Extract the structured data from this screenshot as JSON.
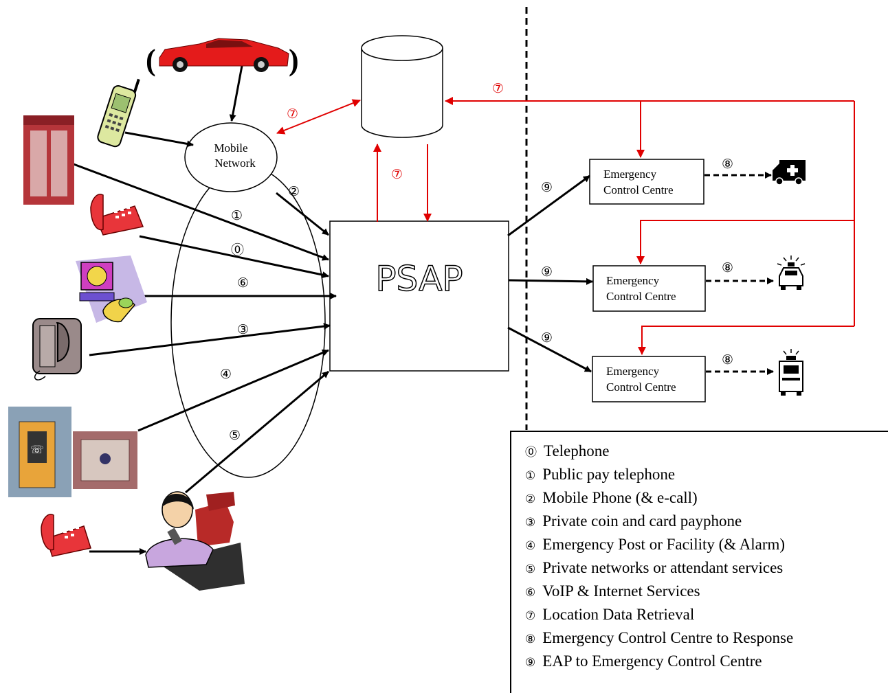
{
  "mobile_network": {
    "line1": "Mobile",
    "line2": "Network"
  },
  "psap": "PSAP",
  "ecc": [
    {
      "line1": "Emergency",
      "line2": "Control Centre"
    },
    {
      "line1": "Emergency",
      "line2": "Control Centre"
    },
    {
      "line1": "Emergency",
      "line2": "Control Centre"
    }
  ],
  "markers": {
    "m0": "⓪",
    "m1": "①",
    "m2": "②",
    "m3": "③",
    "m4": "④",
    "m5": "⑤",
    "m6": "⑥",
    "m7": "⑦",
    "m8": "⑧",
    "m9": "⑨"
  },
  "car_parens": {
    "open": "(",
    "close": ")"
  },
  "legend": [
    {
      "mark": "⓪",
      "text": "Telephone"
    },
    {
      "mark": "①",
      "text": "Public pay telephone"
    },
    {
      "mark": "②",
      "text": "Mobile Phone (& e-call)"
    },
    {
      "mark": "③",
      "text": "Private coin and card payphone"
    },
    {
      "mark": "④",
      "text": "Emergency Post or Facility (& Alarm)"
    },
    {
      "mark": "⑤",
      "text": "Private networks or attendant services"
    },
    {
      "mark": "⑥",
      "text": "VoIP & Internet Services"
    },
    {
      "mark": "⑦",
      "text": "Location Data Retrieval"
    },
    {
      "mark": "⑧",
      "text": "Emergency Control Centre to Response"
    },
    {
      "mark": "⑨",
      "text": "EAP to Emergency Control Centre"
    }
  ],
  "colors": {
    "red": "#e00000",
    "black": "#000000"
  },
  "icons": [
    "car-icon",
    "mobile-phone-icon",
    "phone-booth-icon",
    "telephone-icon",
    "computer-phone-icon",
    "payphone-icon",
    "emergency-post-icon",
    "alarm-box-icon",
    "operator-icon",
    "ambulance-icon",
    "police-car-icon",
    "fire-truck-icon",
    "database-icon"
  ]
}
